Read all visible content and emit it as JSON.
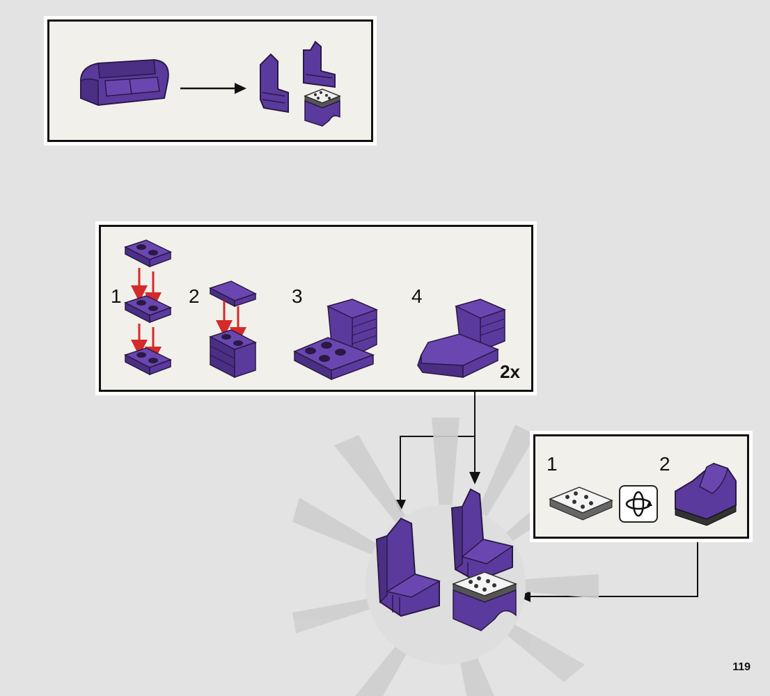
{
  "sub_steps_panel": {
    "step_numbers": [
      "1",
      "2",
      "3",
      "4"
    ],
    "quantity": "2x"
  },
  "sticker_panel": {
    "step_numbers": [
      "1",
      "2"
    ],
    "icon": "rotate-icon"
  },
  "page_number": "119",
  "colors": {
    "brick_purple": "#5b3a9e",
    "brick_dark": "#2a1845",
    "arrow_red": "#d42a2a",
    "panel_bg": "#f1f0ea",
    "page_bg": "#e3e3e3"
  }
}
